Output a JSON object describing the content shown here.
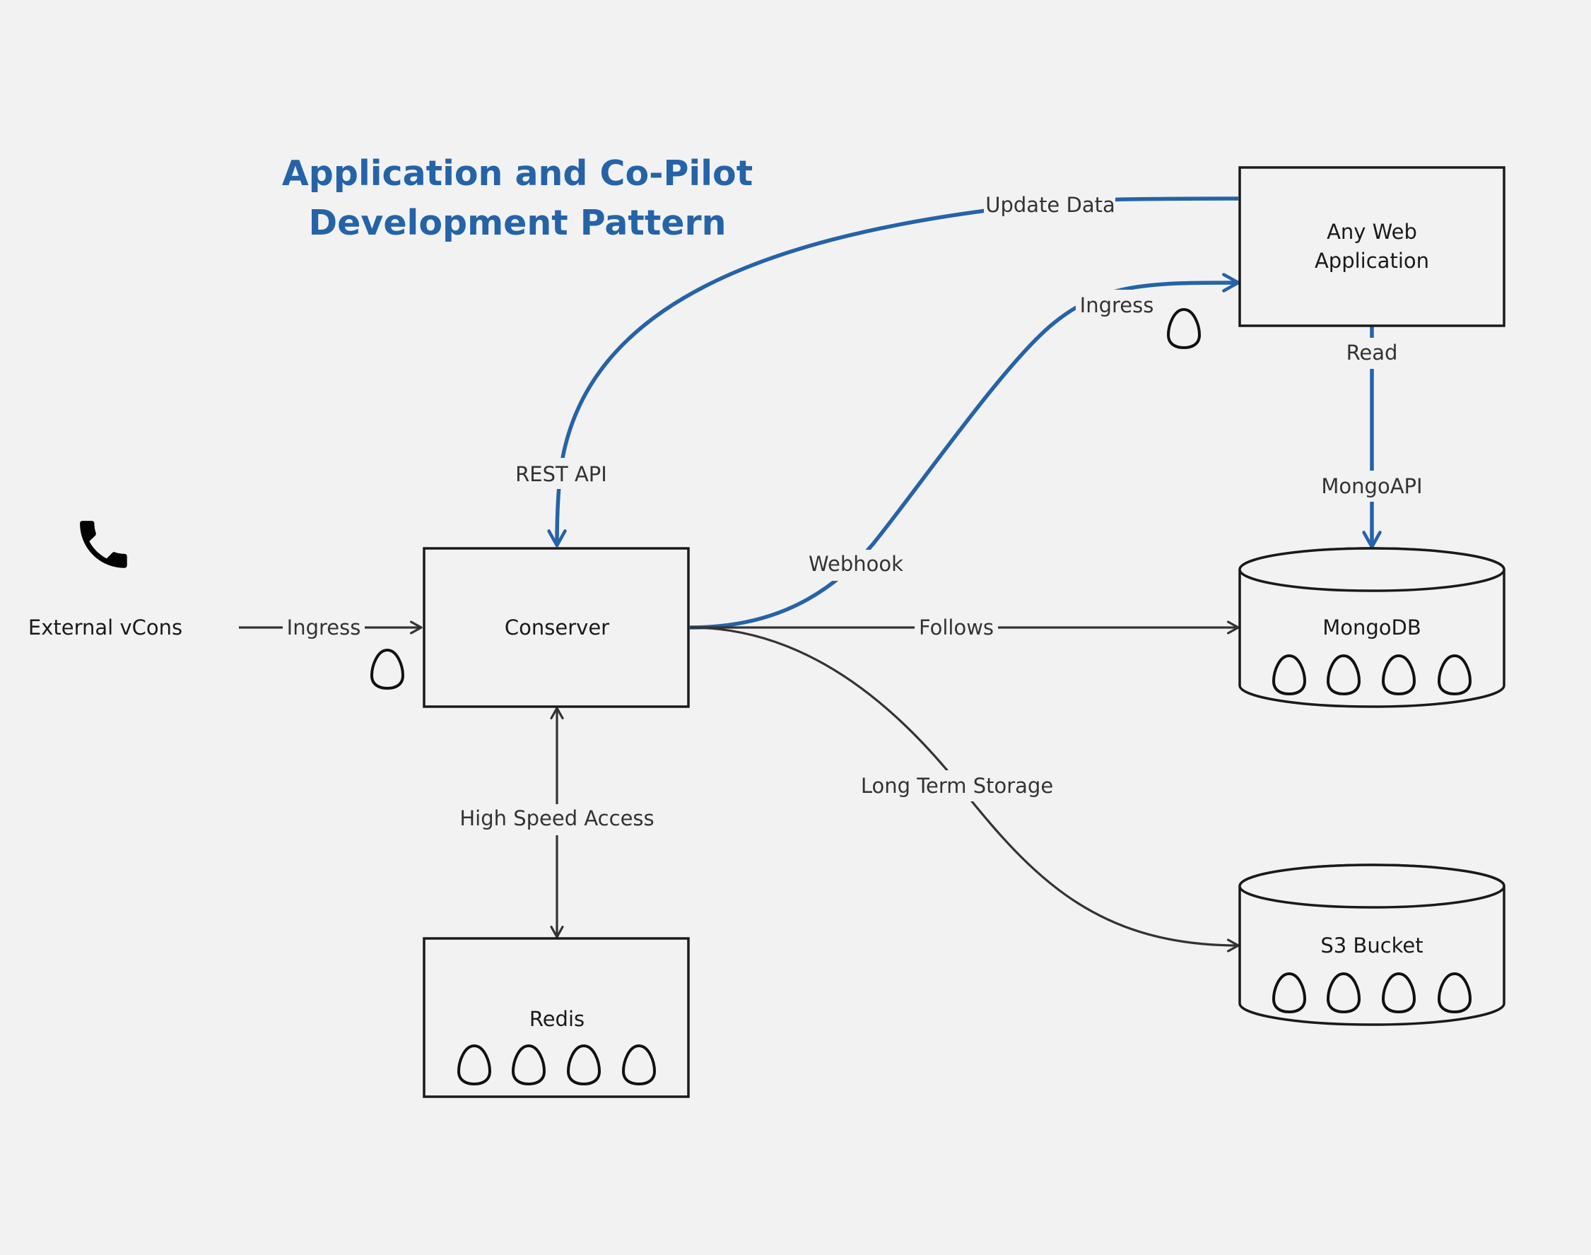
{
  "title": {
    "line1": "Application and Co-Pilot",
    "line2": "Development Pattern"
  },
  "colors": {
    "accent": "#2563a8",
    "line": "#333333",
    "background": "#f2f2f2"
  },
  "nodes": {
    "external": {
      "label": "External vCons",
      "icon": "phone-icon"
    },
    "conserver": {
      "label": "Conserver"
    },
    "redis": {
      "label": "Redis"
    },
    "web_app": {
      "line1": "Any Web",
      "line2": "Application"
    },
    "mongodb": {
      "label": "MongoDB"
    },
    "s3": {
      "label": "S3 Bucket"
    }
  },
  "edges": {
    "ingress_external": "Ingress",
    "update_data": "Update Data",
    "rest_api": "REST API",
    "ingress_web": "Ingress",
    "webhook": "Webhook",
    "read": "Read",
    "mongo_api": "MongoAPI",
    "follows": "Follows",
    "long_term_storage": "Long Term Storage",
    "high_speed_access": "High Speed Access"
  }
}
